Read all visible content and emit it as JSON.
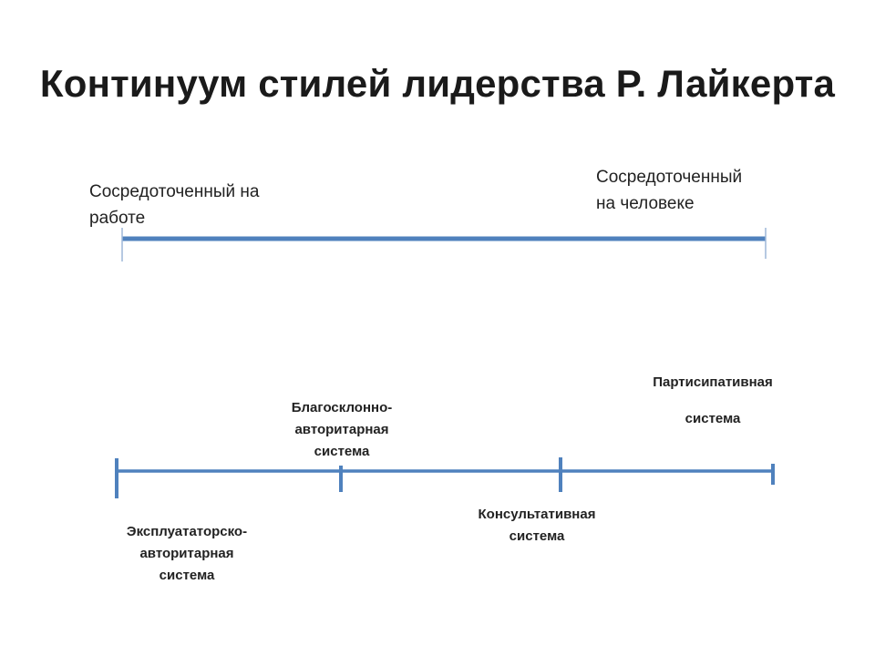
{
  "slide": {
    "title": "Континуум стилей лидерства Р. Лайкерта"
  },
  "top_scale": {
    "left_label_line1": "Сосредоточенный на",
    "left_label_line2": "работе",
    "right_label_line1": "Сосредоточенный",
    "right_label_line2": "на человеке"
  },
  "bottom_scale": {
    "stages": [
      {
        "line1": "Эксплуататорско-",
        "line2": "авторитарная",
        "line3": "система"
      },
      {
        "line1": "Благосклонно-",
        "line2": "авторитарная",
        "line3": "система"
      },
      {
        "line1": "Консультативная",
        "line2": "система"
      },
      {
        "line1": "Партисипативная",
        "line2": "система"
      }
    ]
  },
  "colors": {
    "line": "#4f81bd",
    "text": "#222222"
  }
}
